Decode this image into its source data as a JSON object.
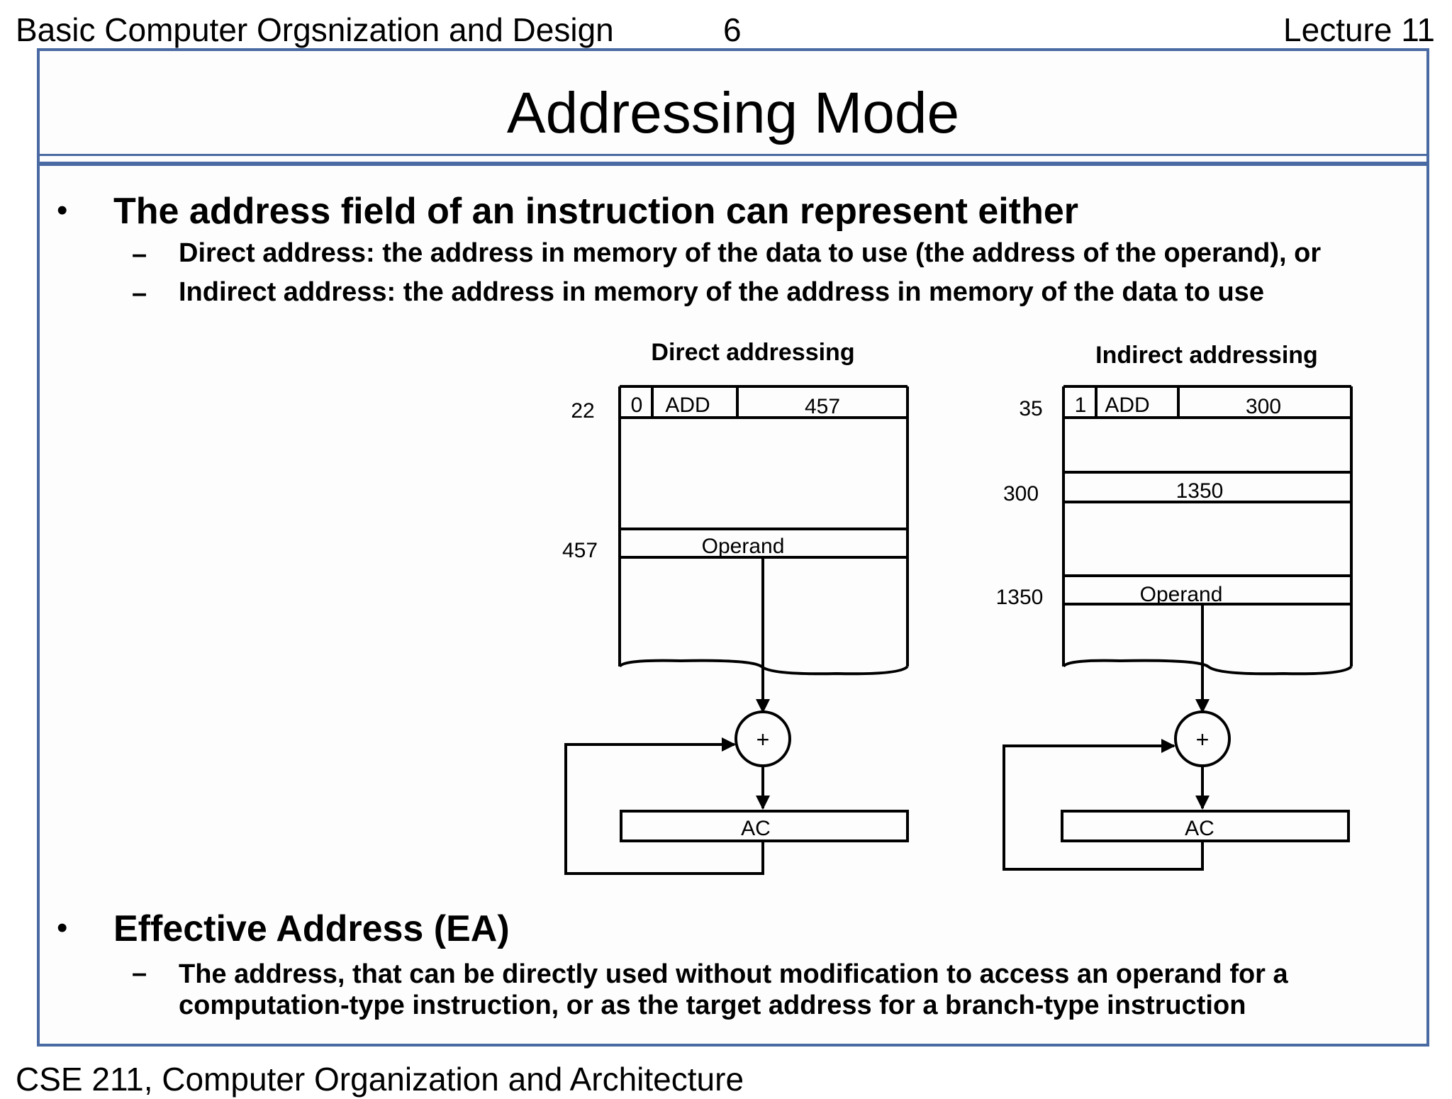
{
  "header": {
    "course_left": "Basic Computer Orgsnization and Design",
    "page_number": "6",
    "lecture": "Lecture 11"
  },
  "slide": {
    "title": "Addressing Mode",
    "bullet1": {
      "text": "The address field of an instruction can represent either",
      "subs": [
        "Direct address: the address in memory of the data to use (the address of the operand), or",
        "Indirect address: the address in memory of the address in memory of the data to use"
      ]
    },
    "bullet2": {
      "text": "Effective Address (EA)",
      "sub_line1": "The address, that can be directly used without modification to access an operand for a",
      "sub_line2": "computation-type instruction, or as the target address for a branch-type instruction"
    }
  },
  "diagram": {
    "direct": {
      "title": "Direct addressing",
      "instr_addr": "22",
      "mode_bit": "0",
      "opcode": "ADD",
      "address": "457",
      "operand_addr": "457",
      "operand_label": "Operand",
      "adder": "+",
      "register": "AC"
    },
    "indirect": {
      "title": "Indirect addressing",
      "instr_addr": "35",
      "mode_bit": "1",
      "opcode": "ADD",
      "address": "300",
      "pointer_addr": "300",
      "pointer_value": "1350",
      "operand_addr": "1350",
      "operand_label": "Operand",
      "adder": "+",
      "register": "AC"
    }
  },
  "footer": {
    "text": "CSE 211, Computer Organization and Architecture"
  }
}
